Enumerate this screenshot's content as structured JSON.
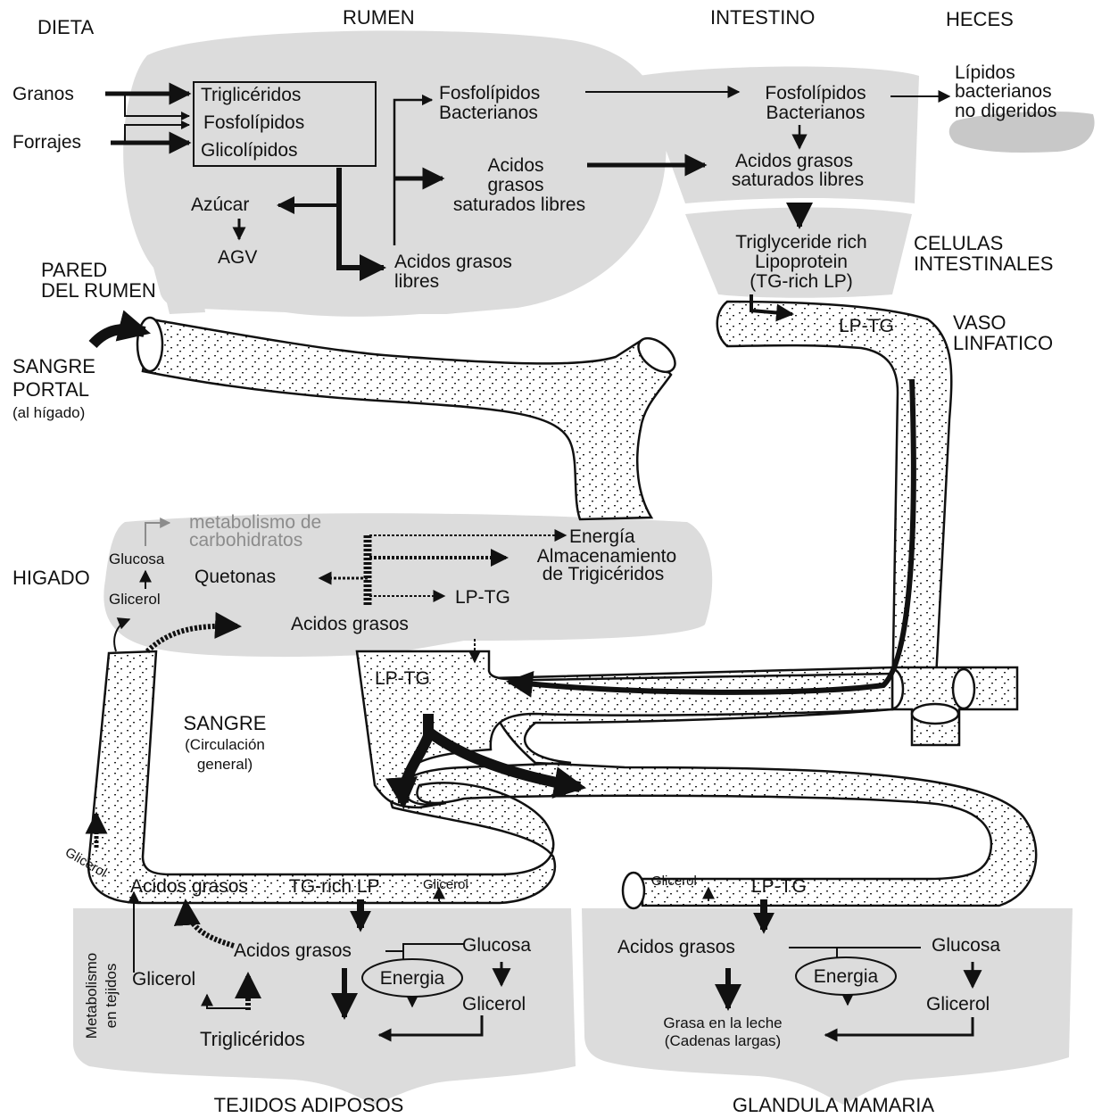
{
  "regions": {
    "dieta": "DIETA",
    "rumen": "RUMEN",
    "intestino": "INTESTINO",
    "heces": "HECES",
    "pared_rumen": [
      "PARED",
      "DEL RUMEN"
    ],
    "celulas_intestinales": [
      "CELULAS",
      "INTESTINALES"
    ],
    "vaso_linfatico": [
      "VASO",
      "LINFATICO"
    ],
    "sangre_portal": [
      "SANGRE",
      "PORTAL"
    ],
    "sangre_portal_note": "(al hígado)",
    "higado": "HIGADO",
    "sangre": "SANGRE",
    "sangre_note": [
      "(Circulación",
      "general)"
    ],
    "tejidos_adiposos": "TEJIDOS ADIPOSOS",
    "glandula_mamaria": "GLANDULA MAMARIA",
    "metabolismo_tejidos": [
      "Metabolismo",
      "en tejidos"
    ]
  },
  "dieta": {
    "granos": "Granos",
    "forrajes": "Forrajes"
  },
  "rumen": {
    "box_items": [
      "Triglicéridos",
      "Fosfolípidos",
      "Glicolípidos"
    ],
    "azucar": "Azúcar",
    "agv": "AGV",
    "fosfolipidos_bact": [
      "Fosfolípidos",
      "Bacterianos"
    ],
    "acidos_sat": [
      "Acidos",
      "grasos",
      "saturados libres"
    ],
    "acidos_libres": [
      "Acidos grasos",
      "libres"
    ]
  },
  "intestino": {
    "fosfolipidos_bact": [
      "Fosfolípidos",
      "Bacterianos"
    ],
    "acidos_sat": [
      "Acidos grasos",
      "saturados libres"
    ],
    "tg_rich": [
      "Triglyceride rich",
      "Lipoprotein",
      "(TG-rich LP)"
    ],
    "lp_tg": "LP-TG"
  },
  "heces": {
    "lipidos": [
      "Lípidos",
      "bacterianos",
      "no digeridos"
    ]
  },
  "higado": {
    "metabolismo": [
      "metabolismo de",
      "carbohidratos"
    ],
    "glucosa": "Glucosa",
    "glicerol": "Glicerol",
    "quetonas": "Quetonas",
    "energia": "Energía",
    "almacenamiento": [
      "Almacenamiento",
      "de Trigicéridos"
    ],
    "lp_tg": "LP-TG",
    "acidos_grasos": "Acidos grasos"
  },
  "sangre": {
    "lp_tg": "LP-TG",
    "glicerol_vertical": "Glicerol"
  },
  "adiposo": {
    "vessel_acidos": "Acidos grasos",
    "vessel_tg": "TG-rich LP",
    "vessel_glicerol": "Glicerol",
    "acidos_grasos": "Acidos grasos",
    "glucosa": "Glucosa",
    "energia": "Energia",
    "glicerol_left": "Glicerol",
    "glicerol_right": "Glicerol",
    "trigliceridos": "Triglicéridos"
  },
  "mamaria": {
    "vessel_glicerol": "Glicerol",
    "vessel_lp_tg": "LP-TG",
    "acidos_grasos": "Acidos grasos",
    "glucosa": "Glucosa",
    "energia": "Energia",
    "glicerol": "Glicerol",
    "grasa": [
      "Grasa en la leche",
      "(Cadenas largas)"
    ]
  }
}
